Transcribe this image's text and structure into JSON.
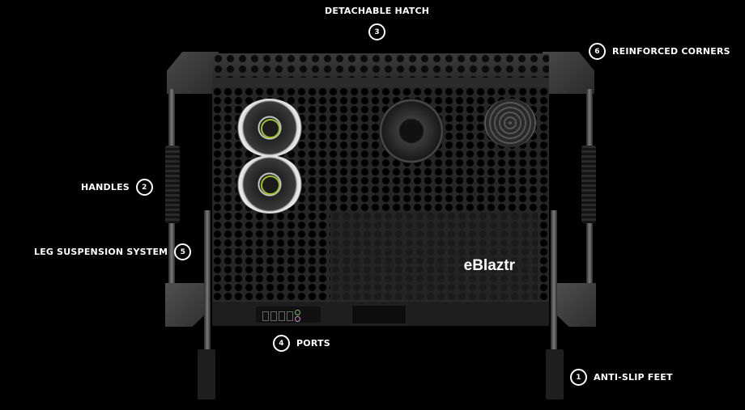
{
  "product": {
    "brand": "eBlaztr",
    "accent_fan_ring": "#9fbf2a",
    "audio_jack_colors": [
      "#7fbf5a",
      "#d08ad0"
    ]
  },
  "callouts": [
    {
      "id": "detachable-hatch",
      "number": "3",
      "label": "Detachable Hatch"
    },
    {
      "id": "reinforced-corners",
      "number": "6",
      "label": "Reinforced Corners"
    },
    {
      "id": "handles",
      "number": "2",
      "label": "Handles"
    },
    {
      "id": "leg-suspension-system",
      "number": "5",
      "label": "Leg Suspension System"
    },
    {
      "id": "ports",
      "number": "4",
      "label": "Ports"
    },
    {
      "id": "anti-slip-feet",
      "number": "1",
      "label": "Anti-Slip Feet"
    }
  ]
}
